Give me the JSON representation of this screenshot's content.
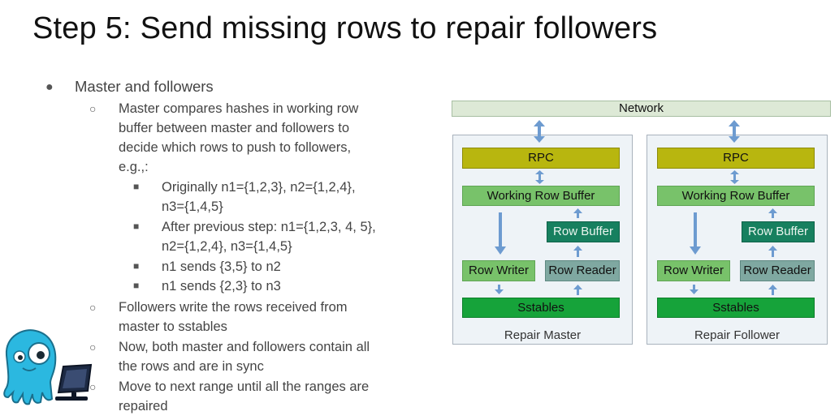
{
  "title": "Step 5: Send missing rows to repair followers",
  "bullets": {
    "l1": "Master and followers",
    "compare": [
      "Master compares hashes in working row",
      "buffer between master and followers to",
      "decide which rows to push to followers,",
      "e.g.,:"
    ],
    "orig": [
      "Originally n1={1,2,3}, n2={1,2,4},",
      "n3={1,4,5}"
    ],
    "prev": [
      "After previous step: n1={1,2,3, 4, 5},",
      "n2={1,2,4}, n3={1,4,5}"
    ],
    "n1to2": "n1 sends {3,5} to n2",
    "n1to3": "n1 sends {2,3} to n3",
    "write": [
      "Followers write the rows received from",
      "master to sstables"
    ],
    "sync": [
      "Now, both master and followers contain all",
      "the rows and are in sync"
    ],
    "next": [
      "Move to next range until all the ranges are",
      "repaired"
    ]
  },
  "diagram": {
    "network": "Network",
    "master": {
      "rpc": "RPC",
      "wrb": "Working Row Buffer",
      "row_buffer": "Row Buffer",
      "row_writer": "Row Writer",
      "row_reader": "Row Reader",
      "sstables": "Sstables",
      "caption": "Repair Master"
    },
    "follower": {
      "rpc": "RPC",
      "wrb": "Working Row Buffer",
      "row_buffer": "Row Buffer",
      "row_writer": "Row Writer",
      "row_reader": "Row Reader",
      "sstables": "Sstables",
      "caption": "Repair Follower"
    }
  },
  "colors": {
    "rpc": "#b8b60f",
    "working_row_buffer": "#78c26a",
    "row_buffer": "#17805f",
    "row_reader": "#7fa8a1",
    "sstables": "#16a33a",
    "arrow": "#6d9bd0"
  }
}
